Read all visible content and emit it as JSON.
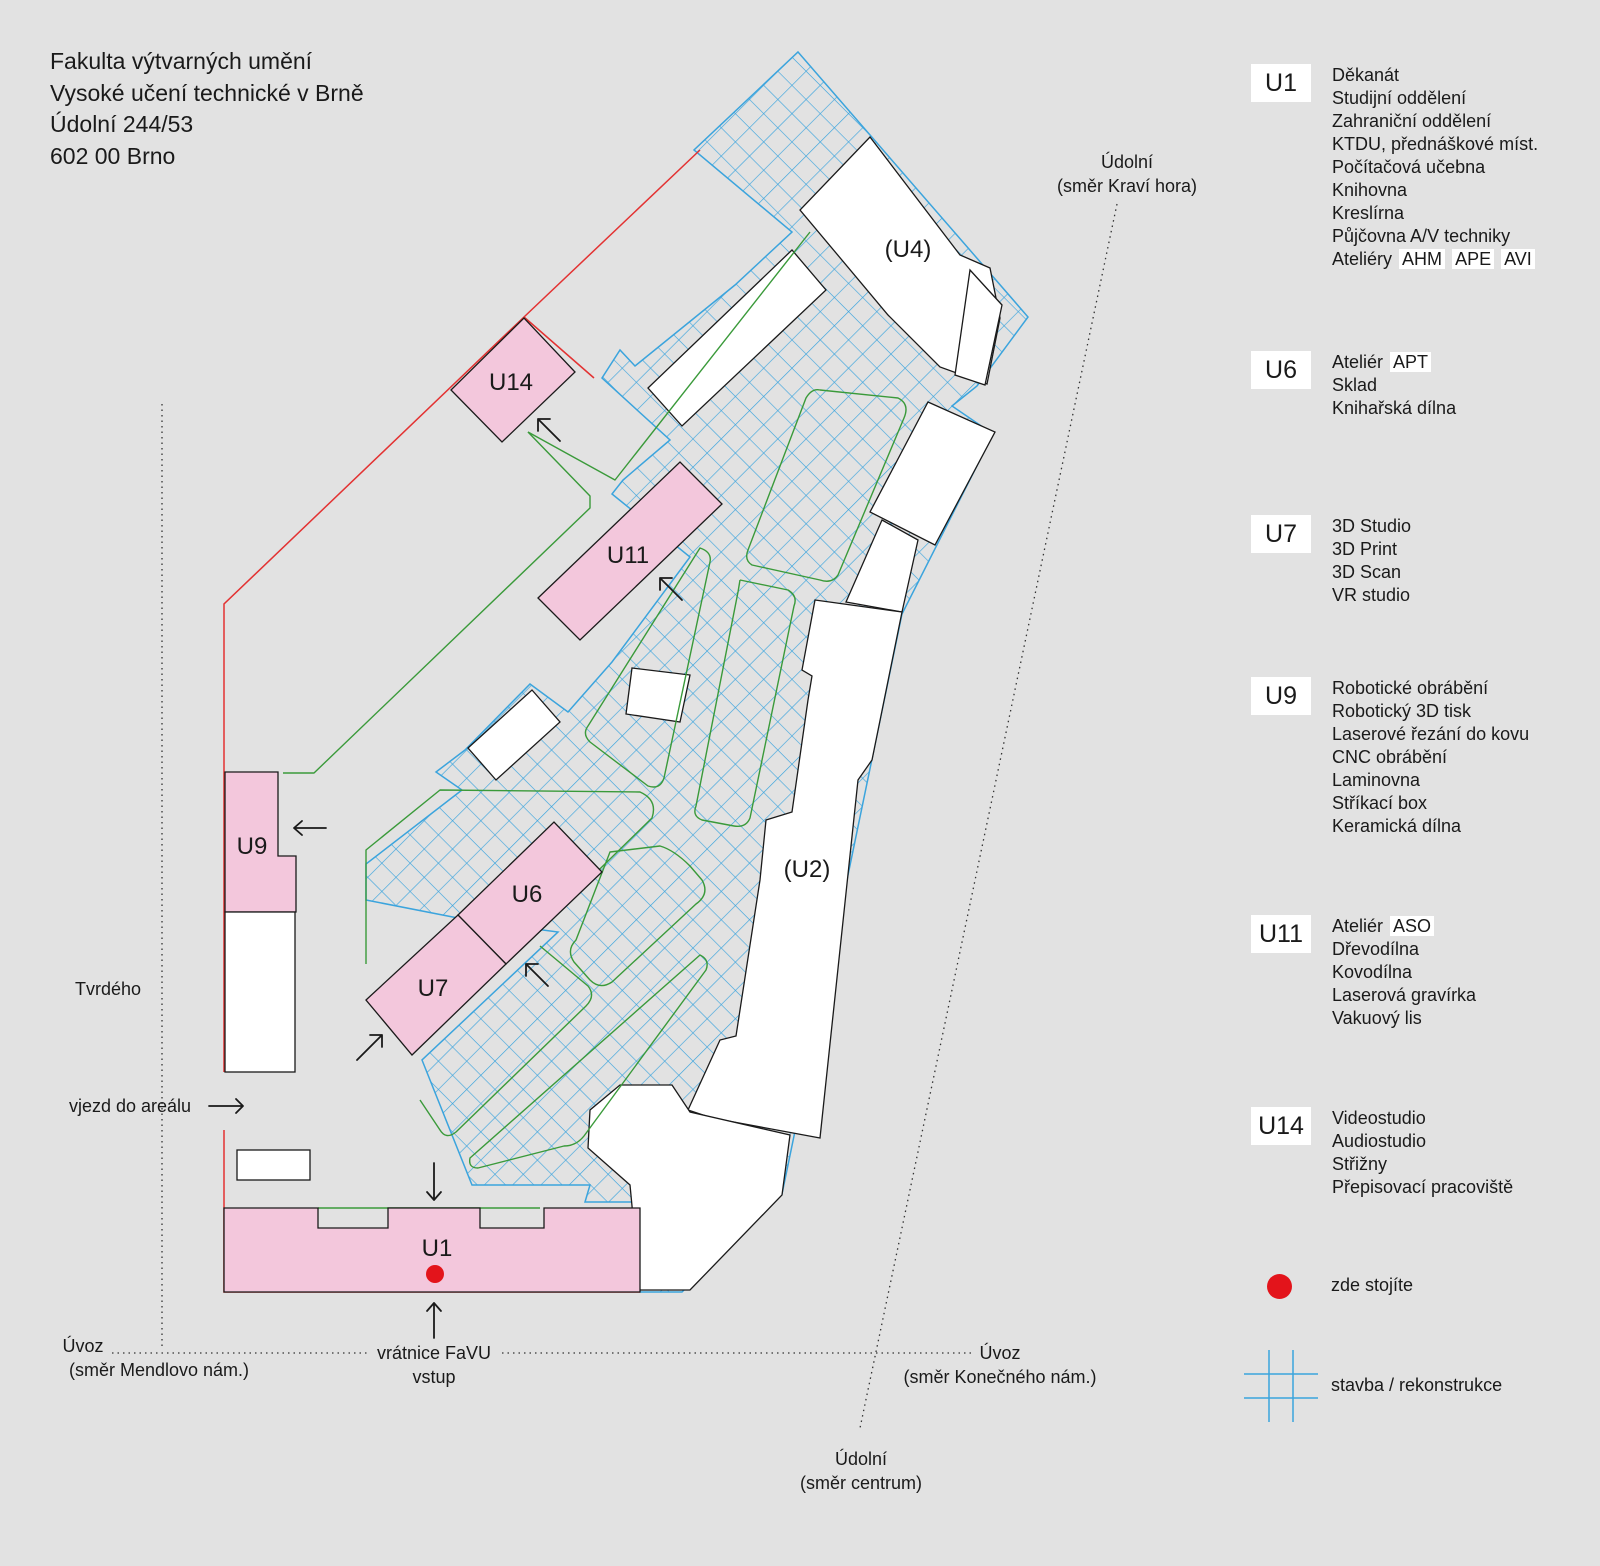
{
  "header": {
    "lines": [
      "Fakulta výtvarných umění",
      "Vysoké učení technické v Brně",
      "Údolní 244/53",
      "602 00 Brno"
    ]
  },
  "colors": {
    "background": "#e2e2e2",
    "building_highlight": "#f3c7dc",
    "construction_grid": "#3ba4dd",
    "site_boundary": "#e33232",
    "paths": "#3a9a3a",
    "you_are_here": "#e3141b"
  },
  "map": {
    "buildings": {
      "u1": "U1",
      "u6": "U6",
      "u7": "U7",
      "u9": "U9",
      "u11": "U11",
      "u14": "U14",
      "u2": "(U2)",
      "u4": "(U4)"
    },
    "streets": {
      "udolni_top_name": "Údolní",
      "udolni_top_dir": "(směr Kraví hora)",
      "udolni_bottom_name": "Údolní",
      "udolni_bottom_dir": "(směr centrum)",
      "tvrdeho": "Tvrdého",
      "uvoz_left_name": "Úvoz",
      "uvoz_left_dir": "(směr Mendlovo nám.)",
      "uvoz_right_name": "Úvoz",
      "uvoz_right_dir": "(směr Konečného nám.)",
      "vjezd": "vjezd do areálu",
      "vratnice": "vrátnice FaVU",
      "vstup": "vstup"
    }
  },
  "legend": [
    {
      "code": "U1",
      "items": [
        {
          "text": "Děkanát"
        },
        {
          "text": "Studijní oddělení"
        },
        {
          "text": "Zahraniční oddělení"
        },
        {
          "text": "KTDU, přednáškové míst."
        },
        {
          "text": "Počítačová učebna"
        },
        {
          "text": "Knihovna"
        },
        {
          "text": "Kreslírna"
        },
        {
          "text": "Půjčovna A/V techniky"
        },
        {
          "text": "Ateliéry",
          "chips": [
            "AHM",
            "APE",
            "AVI"
          ]
        }
      ]
    },
    {
      "code": "U6",
      "items": [
        {
          "text": "Ateliér",
          "chips": [
            "APT"
          ]
        },
        {
          "text": "Sklad"
        },
        {
          "text": "Knihařská dílna"
        }
      ]
    },
    {
      "code": "U7",
      "items": [
        {
          "text": "3D Studio"
        },
        {
          "text": "3D Print"
        },
        {
          "text": "3D Scan"
        },
        {
          "text": "VR studio"
        }
      ]
    },
    {
      "code": "U9",
      "items": [
        {
          "text": "Robotické obrábění"
        },
        {
          "text": "Robotický 3D tisk"
        },
        {
          "text": "Laserové řezání do kovu"
        },
        {
          "text": "CNC obrábění"
        },
        {
          "text": "Laminovna"
        },
        {
          "text": "Stříkací box"
        },
        {
          "text": "Keramická dílna"
        }
      ]
    },
    {
      "code": "U11",
      "items": [
        {
          "text": "Ateliér",
          "chips": [
            "ASO"
          ]
        },
        {
          "text": "Dřevodílna"
        },
        {
          "text": "Kovodílna"
        },
        {
          "text": "Laserová gravírka"
        },
        {
          "text": "Vakuový lis"
        }
      ]
    },
    {
      "code": "U14",
      "items": [
        {
          "text": "Videostudio"
        },
        {
          "text": "Audiostudio"
        },
        {
          "text": "Střižny"
        },
        {
          "text": "Přepisovací pracoviště"
        }
      ]
    }
  ],
  "legend_extra": {
    "here_label": "zde stojíte",
    "construction_label": "stavba / rekonstrukce"
  }
}
